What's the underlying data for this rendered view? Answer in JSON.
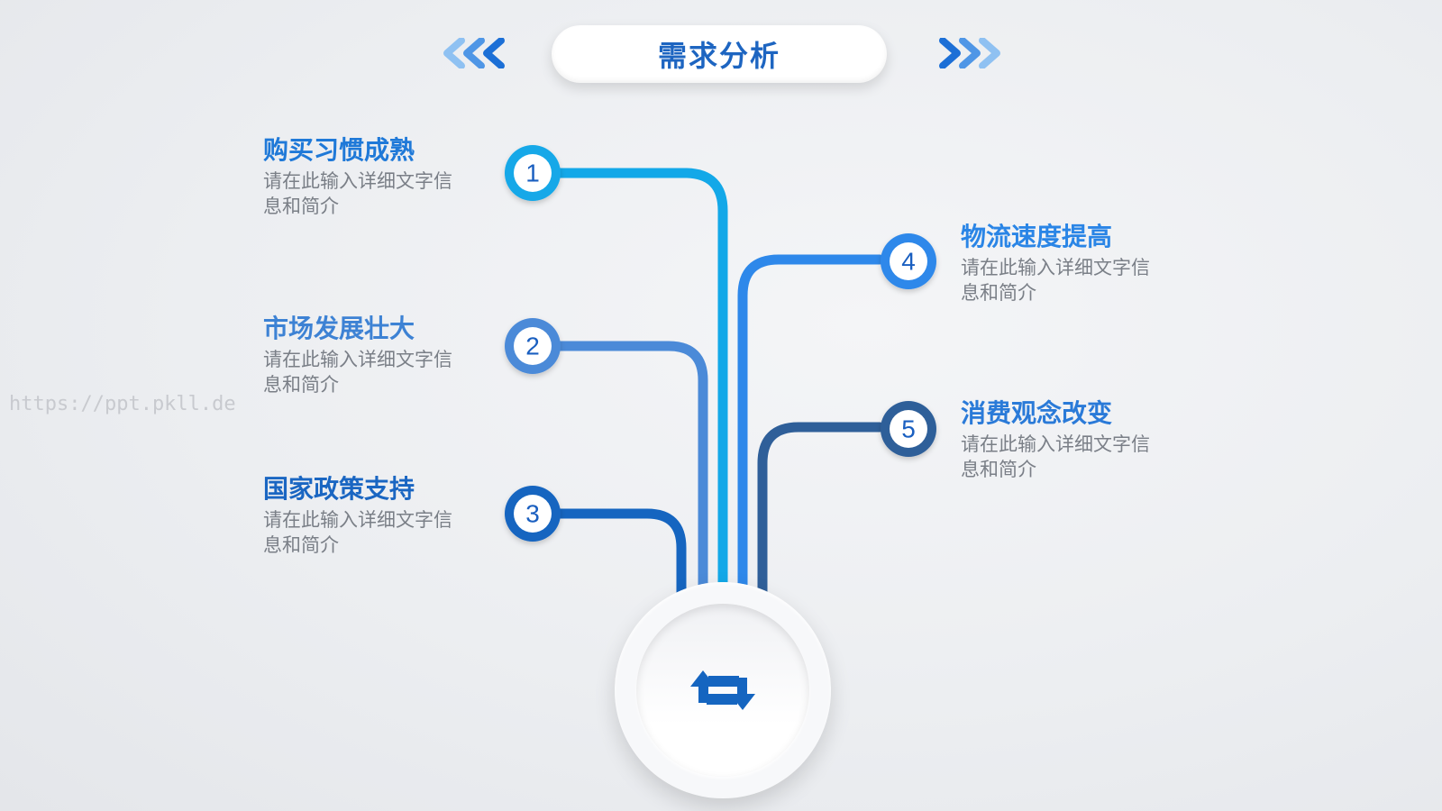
{
  "title": "需求分析",
  "watermark": "https://ppt.pkll.de",
  "colors": {
    "c1": "#13a8e8",
    "c2": "#4b8ad8",
    "c3": "#1565c0",
    "c4": "#2e88ea",
    "c5": "#2f5f99",
    "title": "#1d65c1"
  },
  "hub_icon": "repeat-arrows-icon",
  "items": [
    {
      "number": "1",
      "title": "购买习惯成熟",
      "desc_line1": "请在此输入详细文字信",
      "desc_line2": "息和简介"
    },
    {
      "number": "2",
      "title": "市场发展壮大",
      "desc_line1": "请在此输入详细文字信",
      "desc_line2": "息和简介"
    },
    {
      "number": "3",
      "title": "国家政策支持",
      "desc_line1": "请在此输入详细文字信",
      "desc_line2": "息和简介"
    },
    {
      "number": "4",
      "title": "物流速度提高",
      "desc_line1": "请在此输入详细文字信",
      "desc_line2": "息和简介"
    },
    {
      "number": "5",
      "title": "消费观念改变",
      "desc_line1": "请在此输入详细文字信",
      "desc_line2": "息和简介"
    }
  ]
}
